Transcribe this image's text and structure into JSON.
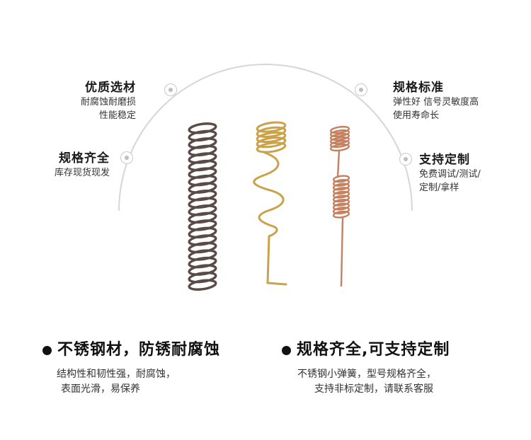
{
  "features": {
    "top_left": {
      "title": "优质选材",
      "lines": [
        "耐腐蚀耐磨损",
        "性能稳定"
      ]
    },
    "mid_left": {
      "title": "规格齐全",
      "lines": [
        "库存现货现发"
      ]
    },
    "top_right": {
      "title": "规格标准",
      "lines": [
        "弹性好 信号灵敏度高",
        "使用寿命长"
      ]
    },
    "mid_right": {
      "title": "支持定制",
      "lines": [
        "免费调试/测试/",
        "定制/拿样"
      ]
    }
  },
  "springs": [
    {
      "name": "stainless-spring",
      "color": "#5a4a48"
    },
    {
      "name": "gold-spring",
      "color": "#c9a24a"
    },
    {
      "name": "copper-spring",
      "color": "#c5805f"
    }
  ],
  "bottom": {
    "left": {
      "heading": "不锈钢材，防锈耐腐蚀",
      "lines": [
        "结构性和韧性强，耐腐蚀，",
        "表面光滑，易保养"
      ]
    },
    "right": {
      "heading": "规格齐全,可支持定制",
      "lines": [
        "不锈钢小弹簧，型号规格齐全，",
        "支持非标定制，请联系客服"
      ]
    }
  },
  "colors": {
    "arc": "#d6d6d6",
    "text": "#1a1a1a"
  }
}
